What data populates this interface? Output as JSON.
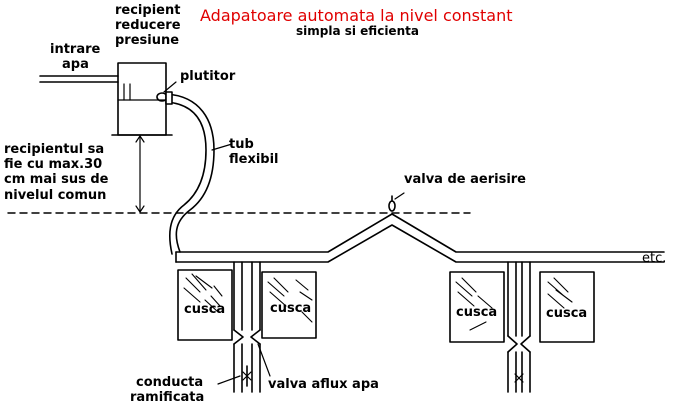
{
  "title": "Adapatoare automata la nivel constant",
  "subtitle": "simpla si eficienta",
  "labels": {
    "inlet_line1": "intrare",
    "inlet_line2": "apa",
    "tank_line1": "recipient",
    "tank_line2": "reducere",
    "tank_line3": "presiune",
    "float": "plutitor",
    "hose_line1": "tub",
    "hose_line2": "flexibil",
    "note_line1": "recipientul sa",
    "note_line2": "fie cu max.30",
    "note_line3": "cm mai sus de",
    "note_line4": "nivelul comun",
    "air_valve": "valva de aerisire",
    "etc": "etc.",
    "cage": "cusca",
    "branch_line1": "conducta",
    "branch_line2": "ramificata",
    "flow_valve": "valva aflux apa"
  },
  "colors": {
    "title": "#e00000",
    "lines": "#000000",
    "background": "#ffffff"
  }
}
